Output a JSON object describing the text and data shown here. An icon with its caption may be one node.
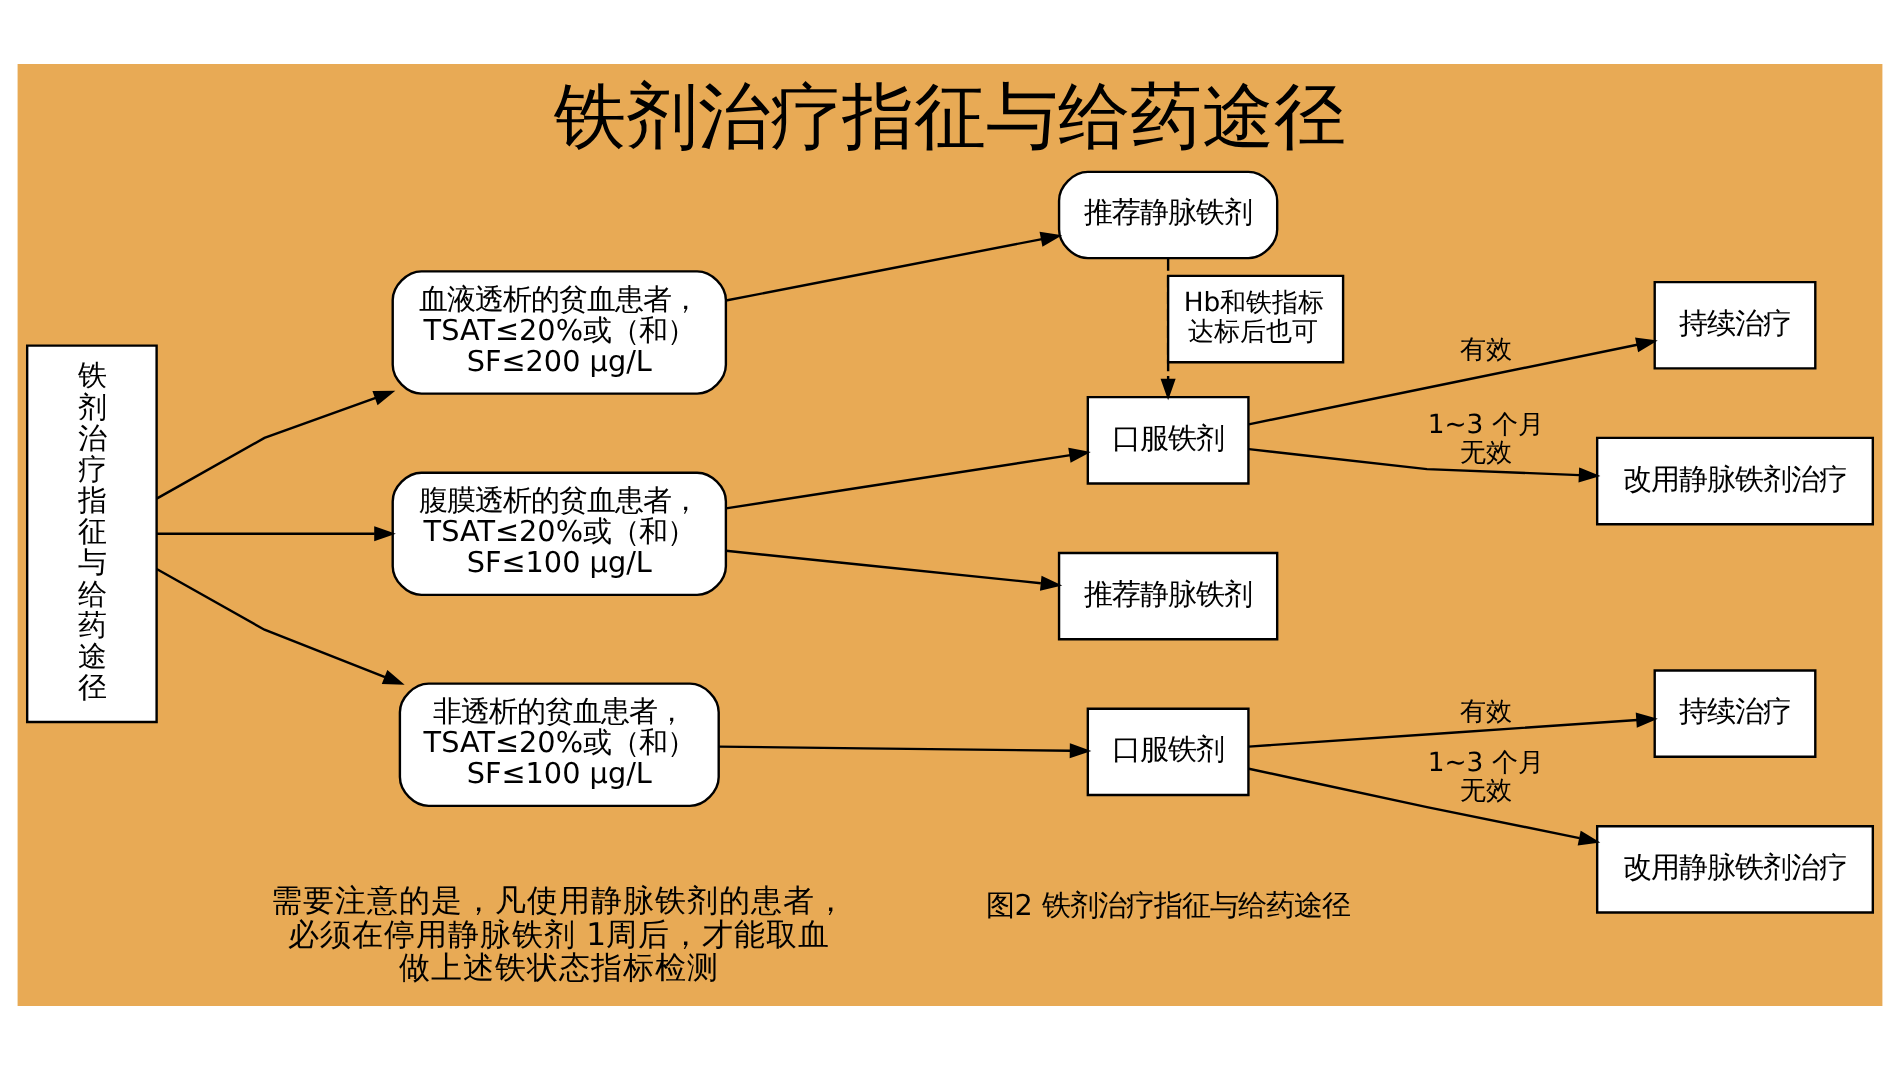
{
  "diagram": {
    "title": "铁剂治疗指征与给药途径",
    "caption": "图2 铁剂治疗指征与给药途径",
    "nodes": [
      {
        "text": [
          "铁剂治疗指征与给药途径"
        ]
      },
      {
        "text": [
          "血液透析的贫血患者，TSAT≤20%或（和）SF≤200 μg/L"
        ]
      },
      {
        "text": [
          "推荐静脉铁剂"
        ]
      },
      {
        "text": [
          "腹膜透析的贫血患者，TSAT≤20%或（和）SF≤100 μg/L"
        ]
      },
      {
        "text": [
          "口服铁剂"
        ]
      },
      {
        "text": [
          "推荐静脉铁剂"
        ]
      },
      {
        "text": [
          "持续治疗"
        ]
      },
      {
        "text": [
          "改用静脉铁剂治疗"
        ]
      },
      {
        "text": [
          "非透析的贫血患者，TSAT≤20%或（和）SF≤100 μg/L"
        ]
      },
      {
        "text": [
          "口服铁剂"
        ]
      },
      {
        "text": [
          "持续治疗"
        ]
      },
      {
        "text": [
          "改用静脉铁剂治疗"
        ]
      }
    ],
    "edges": [
      {
        "from": 0,
        "to": 1,
        "arrow": "to"
      },
      {
        "from": 0,
        "to": 3,
        "arrow": "to"
      },
      {
        "from": 0,
        "to": 8,
        "arrow": "to"
      },
      {
        "from": 1,
        "to": 2,
        "arrow": "to"
      },
      {
        "from": 2,
        "to": 4,
        "arrow": "to",
        "style": "dashed",
        "label": "Hb和铁指标达标后也可"
      },
      {
        "from": 3,
        "to": 4,
        "arrow": "to"
      },
      {
        "from": 3,
        "to": 5,
        "arrow": "to"
      },
      {
        "from": 4,
        "to": 6,
        "arrow": "to",
        "label": "有效"
      },
      {
        "from": 4,
        "to": 7,
        "arrow": "to",
        "label": "1~3 个月无效"
      },
      {
        "from": 8,
        "to": 9,
        "arrow": "to"
      },
      {
        "from": 9,
        "to": 10,
        "arrow": "to",
        "label": "有效"
      },
      {
        "from": 9,
        "to": 11,
        "arrow": "to",
        "label": "1~3 个月无效"
      }
    ],
    "labels": [
      "需要注意的是，凡使用静脉铁剂的患者，必须在停用静脉铁剂 1周后，才能取血做上述铁状态指标检测"
    ]
  }
}
